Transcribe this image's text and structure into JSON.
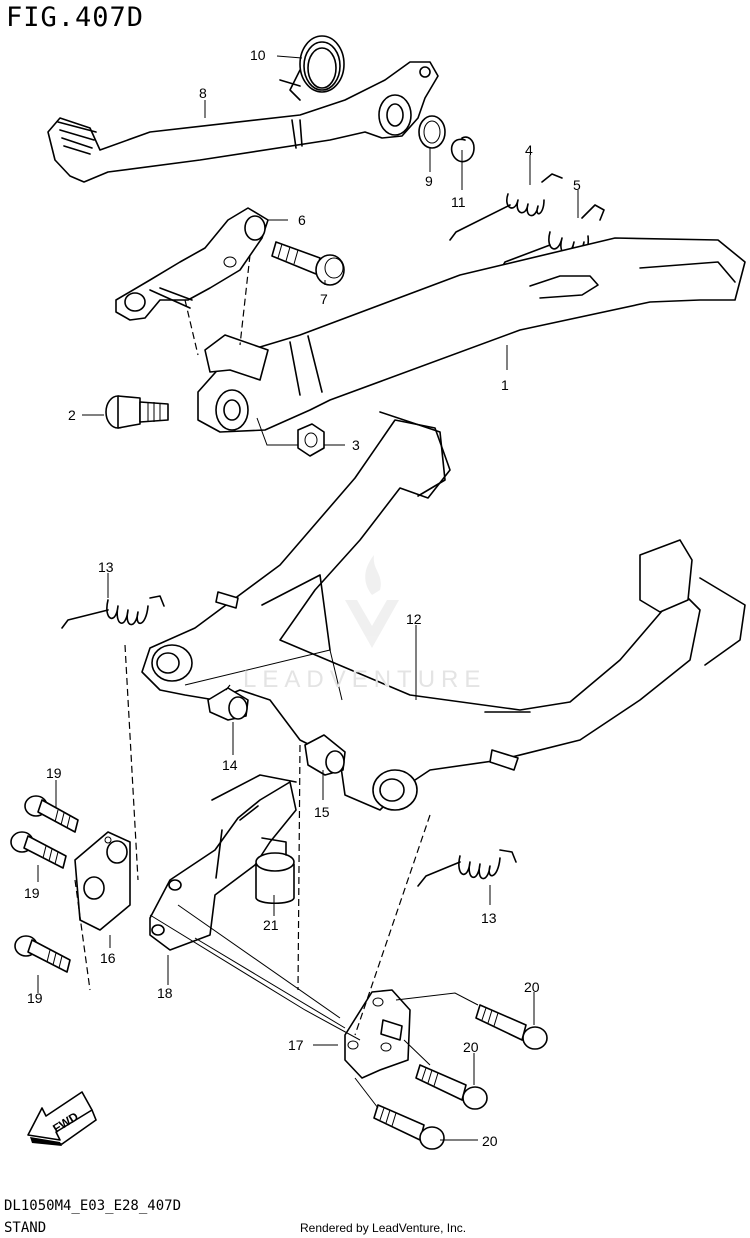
{
  "header": {
    "figure": "FIG.407D"
  },
  "watermark": {
    "text": "LEADVENTURE"
  },
  "callouts": [
    "1",
    "2",
    "3",
    "4",
    "5",
    "6",
    "7",
    "8",
    "9",
    "10",
    "11",
    "12",
    "13",
    "13",
    "14",
    "15",
    "16",
    "17",
    "18",
    "19",
    "19",
    "19",
    "20",
    "20",
    "20",
    "21"
  ],
  "fwd_label": "FWD",
  "footer": {
    "code": "DL1050M4_E03_E28_407D",
    "section": "STAND",
    "credit": "Rendered by LeadVenture, Inc."
  }
}
